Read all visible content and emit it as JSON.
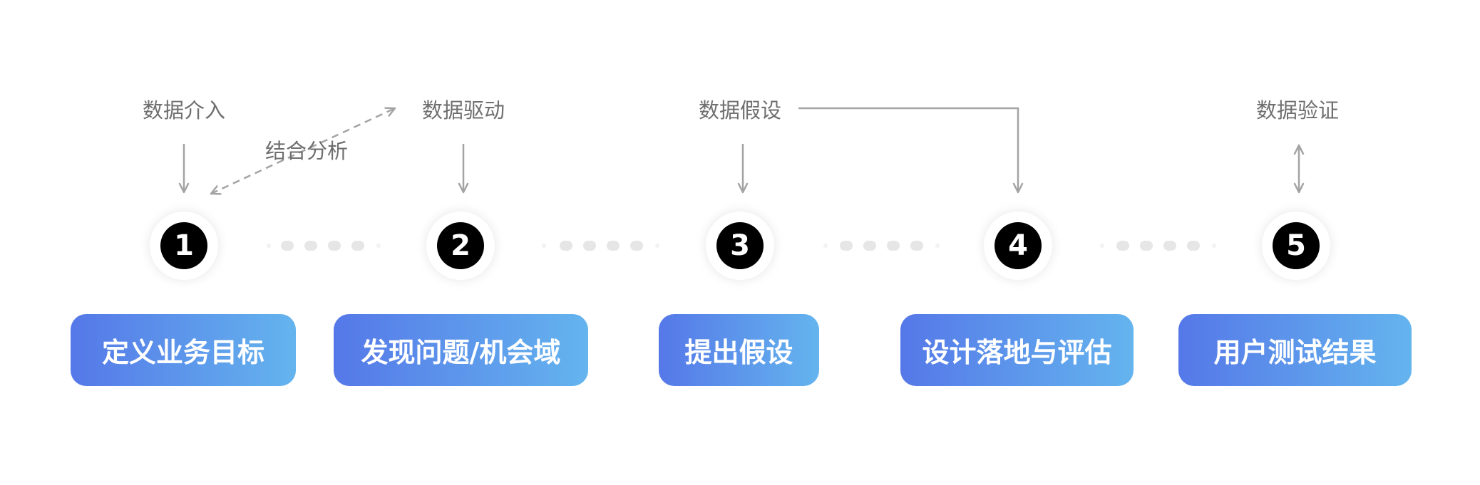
{
  "steps": [
    {
      "number": "1",
      "top_label": "数据介入",
      "box_label": "定义业务目标"
    },
    {
      "number": "2",
      "top_label": "数据驱动",
      "box_label": "发现问题/机会域"
    },
    {
      "number": "3",
      "top_label": "数据假设",
      "box_label": "提出假设"
    },
    {
      "number": "4",
      "top_label": "",
      "box_label": "设计落地与评估"
    },
    {
      "number": "5",
      "top_label": "数据验证",
      "box_label": "用户测试结果"
    }
  ],
  "annotation": {
    "label": "结合分析"
  },
  "colors": {
    "gradient_start": "#5578e8",
    "gradient_end": "#64b4ee",
    "label_gray": "#6f6f6f",
    "arrow_gray": "#a3a3a3",
    "dot_gray": "#e6e6e6"
  }
}
